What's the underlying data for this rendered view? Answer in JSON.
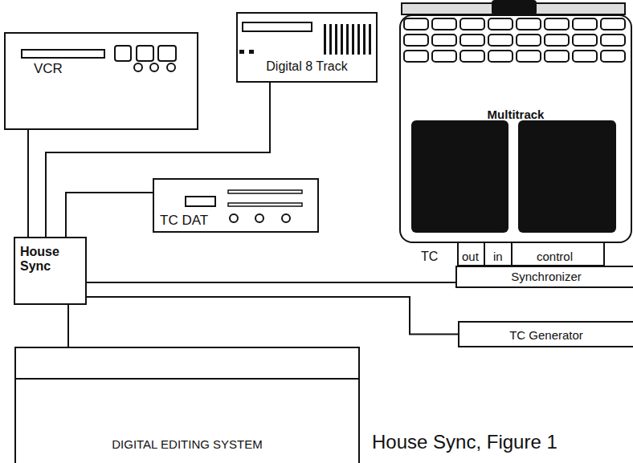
{
  "diagram": {
    "caption": "House Sync, Figure 1",
    "nodes": [
      {
        "text": [
          "VCR"
        ]
      },
      {
        "text": [
          "Digital 8 Track"
        ]
      },
      {
        "text": [
          "Multitrack"
        ]
      },
      {
        "text": [
          "TC DAT"
        ]
      },
      {
        "text": [
          "House Sync"
        ]
      },
      {
        "text": [
          "Synchronizer"
        ]
      },
      {
        "text": [
          "TC Generator"
        ]
      },
      {
        "text": [
          "DIGITAL EDITING SYSTEM"
        ]
      }
    ],
    "edges": [
      {
        "from": 4,
        "to": 0,
        "arrow": "none"
      },
      {
        "from": 4,
        "to": 1,
        "arrow": "none"
      },
      {
        "from": 4,
        "to": 3,
        "arrow": "none"
      },
      {
        "from": 4,
        "to": 5,
        "arrow": "none"
      },
      {
        "from": 4,
        "to": 6,
        "arrow": "none"
      },
      {
        "from": 4,
        "to": 7,
        "arrow": "none"
      }
    ],
    "labels": [
      "TC",
      "out",
      "in",
      "control"
    ]
  }
}
